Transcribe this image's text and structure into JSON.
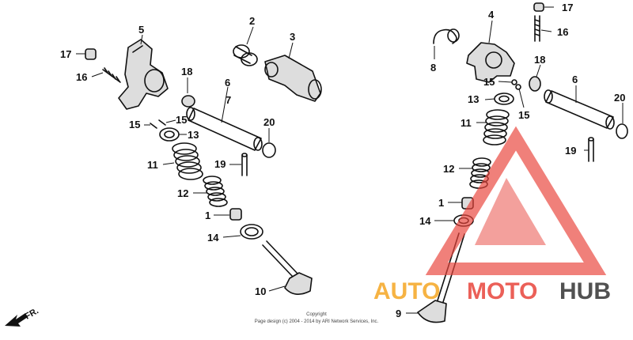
{
  "diagram": {
    "callouts": [
      "1",
      "2",
      "3",
      "4",
      "5",
      "6",
      "7",
      "8",
      "9",
      "10",
      "11",
      "12",
      "13",
      "14",
      "15",
      "16",
      "17",
      "18",
      "19",
      "20"
    ],
    "direction_label": "FR.",
    "copyright_line1": "Copyright",
    "copyright_line2": "Page design (c) 2004 - 2014 by ARI Network Services, Inc."
  },
  "watermark": {
    "brand_part1": "AUTO",
    "brand_part2": "MOTO",
    "brand_part3": "HUB",
    "color_primary": "#f5a623",
    "color_secondary": "#e8453c",
    "color_dark": "#333333"
  }
}
